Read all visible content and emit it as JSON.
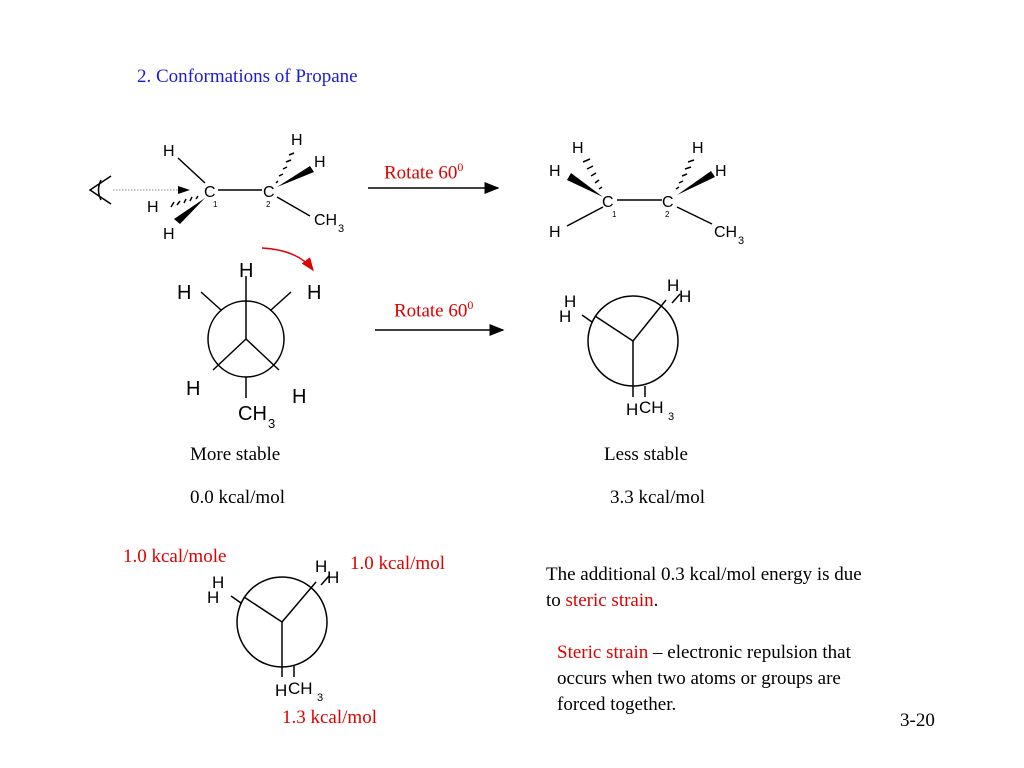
{
  "slide": {
    "title": "2. Conformations of Propane",
    "page_number": "3-20"
  },
  "top": {
    "rotate_label": "Rotate 60",
    "rotate_sup": "0"
  },
  "middle": {
    "rotate_label": "Rotate 60",
    "rotate_sup": "0",
    "left_caption": "More stable",
    "left_energy": "0.0 kcal/mol",
    "right_caption": "Less stable",
    "right_energy": "3.3 kcal/mol"
  },
  "atoms": {
    "H": "H",
    "C": "C",
    "CH": "CH",
    "sub3": "3",
    "sub1": "1",
    "sub2": "2"
  },
  "bottom": {
    "label_left": "1.0 kcal/mole",
    "label_right": "1.0 kcal/mol",
    "label_bottom": "1.3 kcal/mol",
    "note_line1": "The additional 0.3 kcal/mol energy is due",
    "note_line2_prefix": "to ",
    "note_line2_term": "steric strain",
    "note_line2_suffix": ".",
    "def_term": "Steric strain",
    "def_text_1": " – electronic repulsion that",
    "def_text_2": "occurs when two atoms or groups are",
    "def_text_3": "forced together."
  },
  "colors": {
    "title": "#1a1adb",
    "highlight": "#e00000",
    "ink": "#000000"
  }
}
